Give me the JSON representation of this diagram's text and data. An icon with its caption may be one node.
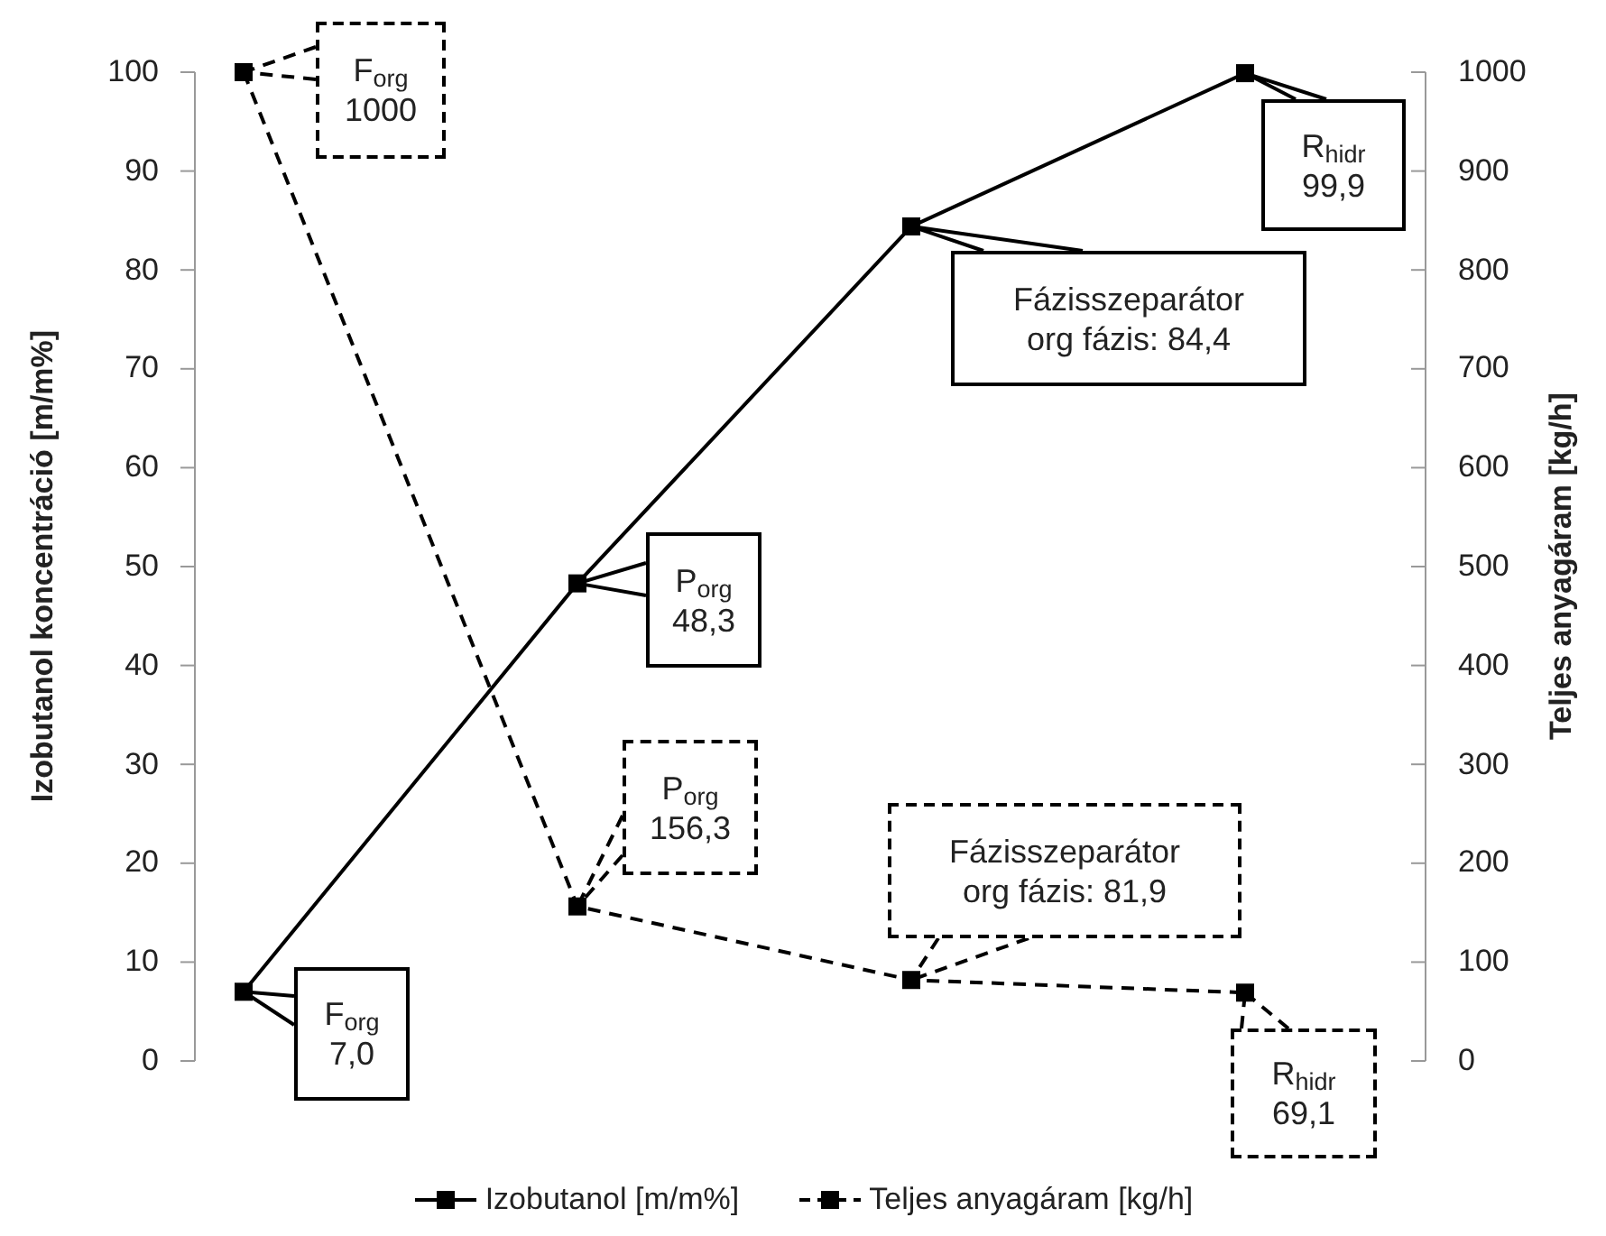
{
  "diagram": {
    "chart_data": {
      "type": "line",
      "ylabel": "Izobutanol koncentráció [m/m%]",
      "y2label": "Teljes anyagáram [kg/h]",
      "ylim": [
        0,
        100
      ],
      "yticks": [
        0,
        10,
        20,
        30,
        40,
        50,
        60,
        70,
        80,
        90,
        100
      ],
      "y2lim": [
        0,
        1000
      ],
      "y2ticks": [
        0,
        100,
        200,
        300,
        400,
        500,
        600,
        700,
        800,
        900,
        1000
      ],
      "legend": "bottom",
      "series": [
        {
          "name": "Izobutanol [m/m%]",
          "color": "#000000",
          "line_style": "solid",
          "marker": "square",
          "values": [
            7.0,
            48.3,
            84.4,
            99.9
          ]
        },
        {
          "name": "Teljes anyagáram [kg/h]",
          "color": "#000000",
          "axis": "y2",
          "line_style": "dashed",
          "marker": "square",
          "values": [
            1000,
            156.3,
            81.9,
            69.1
          ]
        }
      ],
      "annotations": [
        "F$_{org}$ 1000",
        "R$_{hidr}$ 99,9",
        "Fázisszeparátor org fázis: 84,4",
        "P$_{org}$ 48,3",
        "P$_{org}$ 156,3",
        "Fázisszeparátor org fázis: 81,9",
        "F$_{org}$ 7,0",
        "R$_{hidr}$ 69,1"
      ]
    }
  }
}
